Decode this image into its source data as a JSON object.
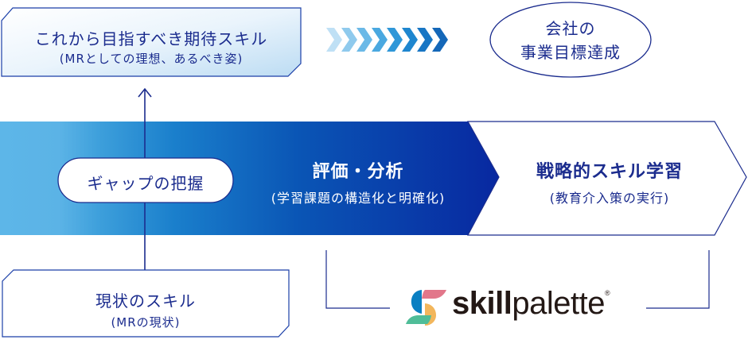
{
  "diagram": {
    "goal_box": {
      "title": "これから目指すべき期待スキル",
      "subtitle": "(MRとしての理想、あるべき姿)"
    },
    "company_goal": {
      "line1": "会社の",
      "line2": "事業目標達成"
    },
    "gap_pill": {
      "label": "ギャップの把握"
    },
    "evaluation": {
      "title": "評価・分析",
      "subtitle": "(学習課題の構造化と明確化)"
    },
    "strategic": {
      "title": "戦略的スキル学習",
      "subtitle": "(教育介入策の実行)"
    },
    "current_box": {
      "title": "現状のスキル",
      "subtitle": "(MRの現状)"
    },
    "logo": {
      "bold_part": "skill",
      "regular_part": "palette",
      "registered": "®",
      "colors": {
        "blue": "#0a7fc2",
        "pink": "#e2778a",
        "green": "#4fbd98",
        "yellow": "#f2b65c",
        "dot": "#1a8fd8"
      }
    },
    "colors": {
      "navy": "#1b2c8e",
      "band_light": "#5db3e6",
      "band_dark": "#0a2a9e",
      "chevron_light": "#bfe1f6",
      "chevron_dark": "#1467b8"
    },
    "chevron_count": 8
  }
}
